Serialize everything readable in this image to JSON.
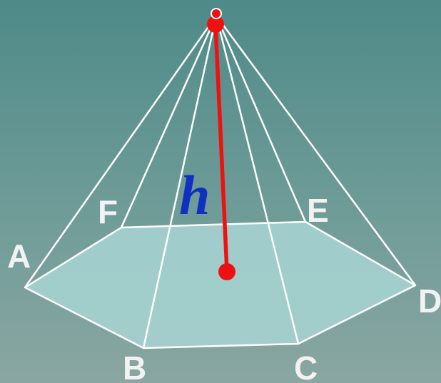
{
  "diagram": {
    "vertex_labels": {
      "A": "A",
      "B": "B",
      "C": "C",
      "D": "D",
      "E": "E",
      "F": "F"
    },
    "height_label": "h"
  },
  "colors": {
    "background_top": "#4e8a88",
    "background_bottom": "#8aa6a2",
    "base_fill": "#a6d3d2",
    "edges": "#ffffff",
    "height_line": "#ee1111",
    "height_label": "#1030c0",
    "vertex_labels": "#f2f2f2"
  }
}
